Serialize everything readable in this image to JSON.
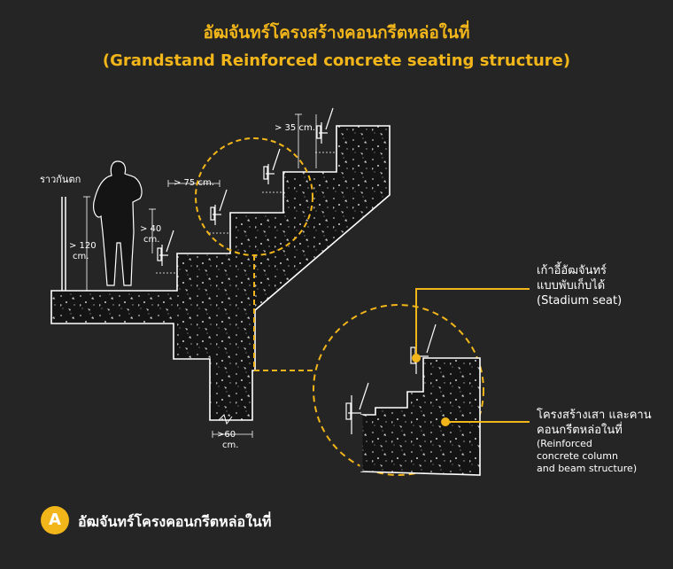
{
  "title_th": "อัฒจันทร์โครงสร้างคอนกรีตหล่อในที่",
  "title_en": "(Grandstand Reinforced concrete seating structure)",
  "dims": {
    "railing": "ราวกันตก",
    "h120": "> 120",
    "h120_unit": "cm.",
    "h40": "> 40",
    "h40_unit": "cm.",
    "w75": "> 75 cm.",
    "h35": "> 35 cm.",
    "w60": ">60",
    "w60_unit": "cm."
  },
  "annotations": {
    "seat_th_1": "เก้าอี้อัฒจันทร์",
    "seat_th_2": "แบบพับเก็บได้",
    "seat_en": "(Stadium seat)",
    "struct_th_1": "โครงสร้างเสา และคาน",
    "struct_th_2": "คอนกรีตหล่อในที่",
    "struct_en_1": "(Reinforced",
    "struct_en_2": "concrete column",
    "struct_en_3": "and beam structure)"
  },
  "badge": "A",
  "caption": "อัฒจันทร์โครงคอนกรีตหล่อในที่",
  "colors": {
    "accent": "#f2b61a",
    "background": "#252525",
    "concrete": "#141414",
    "line": "#ffffff"
  }
}
